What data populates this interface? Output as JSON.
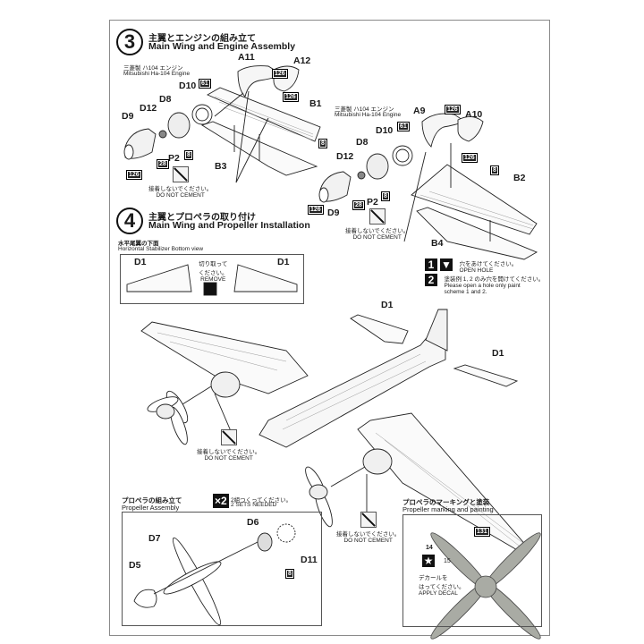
{
  "steps": {
    "step3": {
      "number": "3",
      "title_jp": "主翼とエンジンの組み立て",
      "title_en": "Main Wing and Engine Assembly",
      "engine_left": {
        "label_jp": "三菱製 ハ104 エンジン",
        "label_en": "Mitsubishi Ha-104 Engine"
      },
      "engine_right": {
        "label_jp": "三菱製 ハ104 エンジン",
        "label_en": "Mitsubishi Ha-104 Engine"
      },
      "parts_left": [
        "A11",
        "A12",
        "D10",
        "D8",
        "D12",
        "D9",
        "B1",
        "B3",
        "P2"
      ],
      "parts_right": [
        "A9",
        "A10",
        "D10",
        "D8",
        "D12",
        "D9",
        "B2",
        "B4",
        "P2"
      ],
      "color_codes": [
        "126",
        "61",
        "8",
        "28"
      ]
    },
    "step4": {
      "number": "4",
      "title_jp": "主翼とプロペラの取り付け",
      "title_en": "Main Wing and Propeller Installation",
      "stabilizer": {
        "label_jp": "水平尾翼の下面",
        "label_en": "Horizontal Stabilizer Bottom view",
        "part_left": "D1",
        "part_right": "D1",
        "remove_jp1": "切り取って",
        "remove_jp2": "ください。",
        "remove_en": "REMOVE"
      },
      "tail_parts": [
        "D1",
        "D1"
      ]
    },
    "notes": {
      "no_cement_jp": "接着しないでください。",
      "no_cement_en": "DO NOT CEMENT",
      "open_hole_num": "1",
      "open_hole_jp": "穴をあけてください。",
      "open_hole_en": "OPEN HOLE",
      "scheme_num": "2",
      "scheme_jp": "塗装例 1, 2 のみ穴を開けてください。",
      "scheme_en1": "Please open a hole only paint",
      "scheme_en2": "scheme 1 and 2."
    },
    "propeller_assembly": {
      "title_jp": "プロペラの組み立て",
      "title_en": "Propeller Assembly",
      "sets_badge": "×2",
      "sets_jp": "2組つくってください。",
      "sets_en": "2 SETS NEEDED",
      "parts": [
        "D7",
        "D5",
        "D6",
        "D11"
      ],
      "color_code": "8"
    },
    "propeller_marking": {
      "title_jp": "プロペラのマーキングと塗装",
      "title_en": "Propeller marking and painting",
      "color_code": "131",
      "decal_14": "14",
      "decal_15": "15",
      "decal_jp1": "デカールを",
      "decal_jp2": "はってください。",
      "decal_en": "APPLY DECAL",
      "blade_color": "#a9aba4"
    }
  }
}
